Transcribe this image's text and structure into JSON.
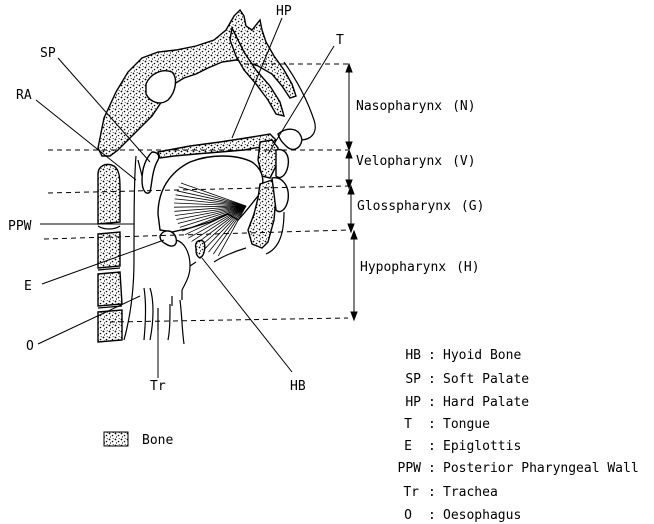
{
  "labels": {
    "hp": "HP",
    "t": "T",
    "sp": "SP",
    "ra": "RA",
    "ppw": "PPW",
    "e": "E",
    "o": "O",
    "tr": "Tr",
    "hb": "HB"
  },
  "regions": [
    {
      "name": "Nasopharynx",
      "abbr": "(N)"
    },
    {
      "name": "Velopharynx",
      "abbr": "(V)"
    },
    {
      "name": "Glosspharynx",
      "abbr": "(G)"
    },
    {
      "name": "Hypopharynx",
      "abbr": "(H)"
    }
  ],
  "bone_legend": "Bone",
  "legend": [
    {
      "abbr": "HB",
      "sep": ":",
      "desc": "Hyoid Bone"
    },
    {
      "abbr": "SP",
      "sep": ":",
      "desc": "Soft Palate"
    },
    {
      "abbr": "HP",
      "sep": ":",
      "desc": "Hard Palate"
    },
    {
      "abbr": "T",
      "sep": ":",
      "desc": "Tongue"
    },
    {
      "abbr": "E",
      "sep": ":",
      "desc": "Epiglottis"
    },
    {
      "abbr": "PPW",
      "sep": ":",
      "desc": "Posterior Pharyngeal Wall"
    },
    {
      "abbr": "Tr",
      "sep": ":",
      "desc": "Trachea"
    },
    {
      "abbr": "O",
      "sep": ":",
      "desc": "Oesophagus"
    }
  ]
}
